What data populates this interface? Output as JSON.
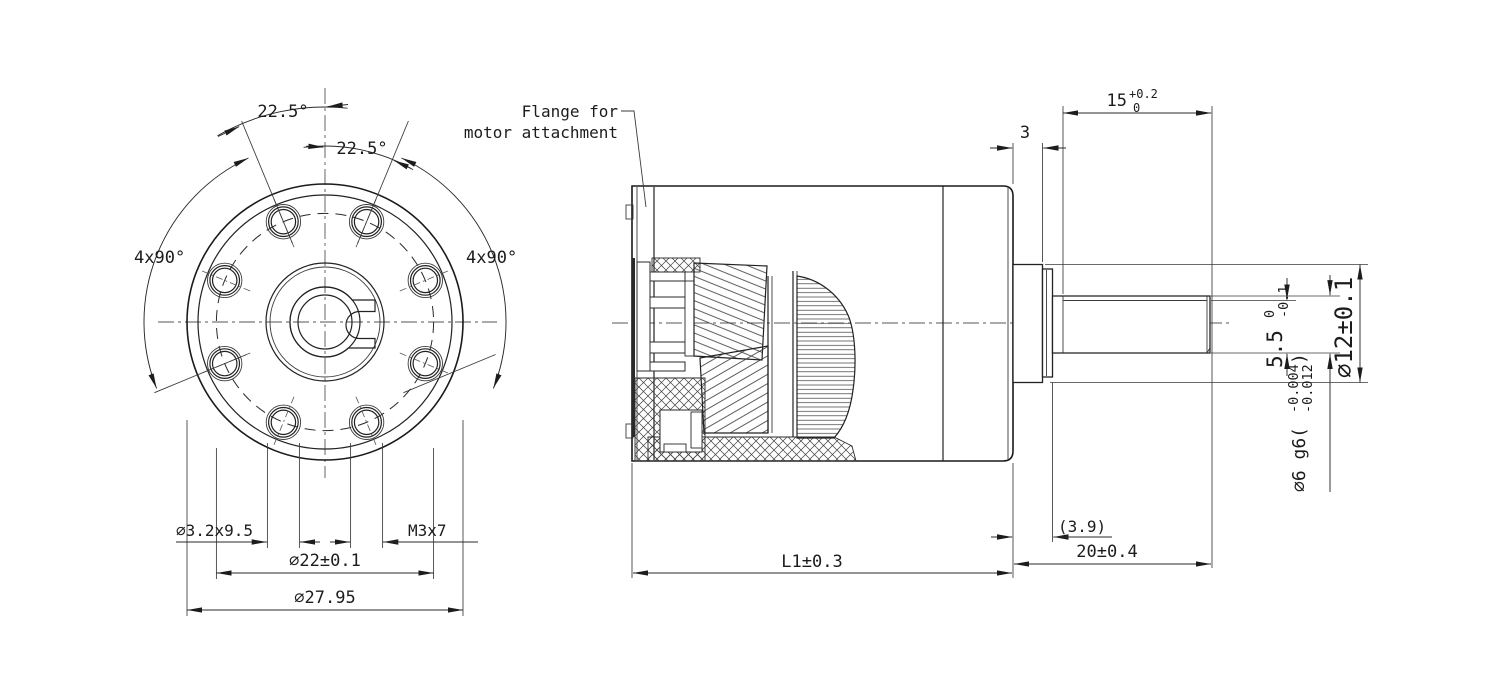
{
  "front_view": {
    "angle_dim_1": "22.5°",
    "angle_dim_2": "22.5°",
    "pattern_dim_left": "4x90°",
    "pattern_dim_right": "4x90°",
    "cbore_hole_dim": "∅3.2x9.5",
    "thread_hole_dim": "M3x7",
    "bolt_circle_dim": "∅22±0.1",
    "outer_dia_dim": "∅27.95"
  },
  "side_view": {
    "flange_note_line1": "Flange for",
    "flange_note_line2": "motor attachment",
    "boss_width_dim": "3",
    "shaft_flat_len_dim": "15",
    "shaft_flat_len_tol_upper": "+0.2",
    "shaft_flat_len_tol_lower": "0",
    "body_length_dim": "L1±0.3",
    "boss_ref_dim": "(3.9)",
    "shaft_length_dim": "20±0.4",
    "flat_height_dim": "5.5",
    "flat_height_tol_upper": "0",
    "flat_height_tol_lower": "-0.1",
    "shaft_dia_dim_open": "∅6 g6(",
    "shaft_dia_tol_upper": "-0.004",
    "shaft_dia_tol_lower": "-0.012",
    "shaft_dia_dim_close": ")",
    "output_boss_dia_dim": "∅12±0.1"
  },
  "colors": {
    "line": "#1c1c1c",
    "background": "#ffffff"
  }
}
